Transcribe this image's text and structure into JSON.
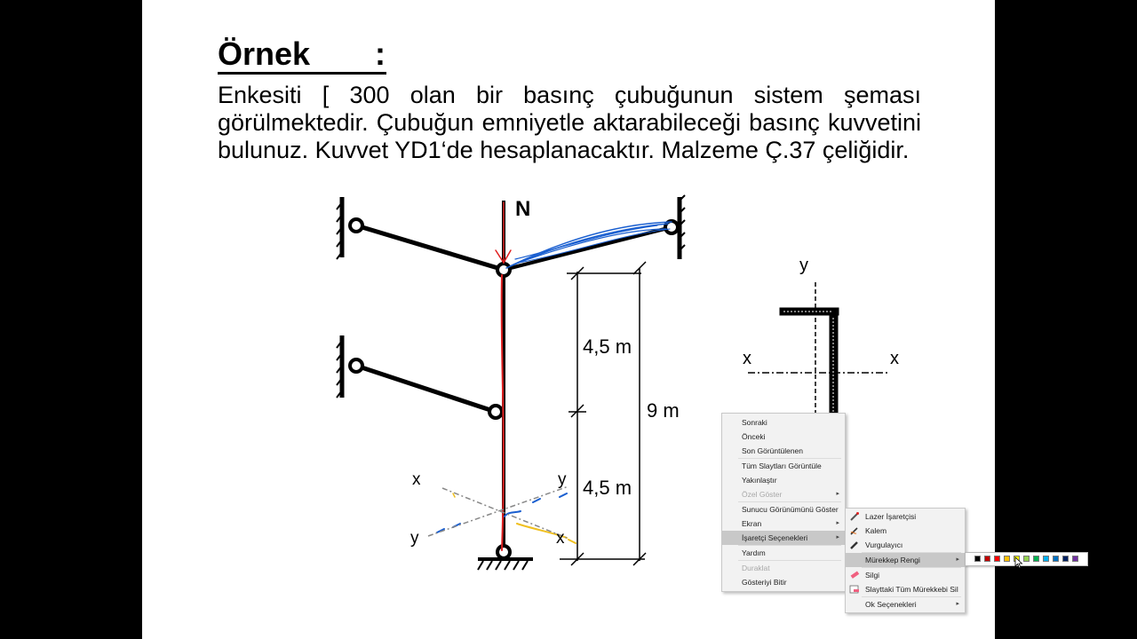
{
  "slide": {
    "title": "Örnek",
    "title_suffix": ":",
    "paragraph": "Enkesiti [ 300 olan bir basınç çubuğunun sistem şeması görülmektedir. Çubuğun emniyetle aktarabileceği basınç kuvvetini bulunuz. Kuvvet YD1‘de hesaplanacaktır. Malzeme Ç.37 çeliğidir.",
    "force_label": "N",
    "dim_top": "4,5 m",
    "dim_bottom": "4,5 m",
    "dim_total": "9 m",
    "section_y_top": "y",
    "section_x_left": "x",
    "section_x_right": "x",
    "axes_x_top": "x",
    "axes_y_top": "y",
    "axes_y_bottom": "y",
    "axes_x_bottom": "x"
  },
  "context_menu": {
    "items": [
      {
        "label": "Sonraki",
        "disabled": false
      },
      {
        "label": "Önceki",
        "disabled": false
      },
      {
        "label": "Son Görüntülenen",
        "disabled": false
      },
      {
        "label": "Tüm Slaytları Görüntüle",
        "disabled": false
      },
      {
        "label": "Yakınlaştır",
        "disabled": false
      },
      {
        "label": "Özel Göster",
        "disabled": true
      },
      {
        "label": "Sunucu Görünümünü Göster",
        "disabled": false
      },
      {
        "label": "Ekran",
        "disabled": false
      },
      {
        "label": "İşaretçi Seçenekleri",
        "disabled": false,
        "highlighted": true
      },
      {
        "label": "Yardım",
        "disabled": false
      },
      {
        "label": "Duraklat",
        "disabled": true
      },
      {
        "label": "Gösteriyi Bitir",
        "disabled": false
      }
    ]
  },
  "pointer_menu": {
    "items": [
      {
        "label": "Lazer İşaretçisi",
        "icon": "laser-pointer-icon"
      },
      {
        "label": "Kalem",
        "icon": "pen-icon"
      },
      {
        "label": "Vurgulayıcı",
        "icon": "highlighter-icon"
      },
      {
        "label": "Mürekkep Rengi",
        "highlighted": true
      },
      {
        "label": "Silgi",
        "icon": "eraser-icon"
      },
      {
        "label": "Slayttaki Tüm Mürekkebi Sil",
        "icon": "erase-all-icon"
      },
      {
        "label": "Ok Seçenekleri"
      }
    ]
  },
  "ink_colors": [
    "#000000",
    "#c00000",
    "#ff0000",
    "#ffc000",
    "#ffff00",
    "#92d050",
    "#00b050",
    "#00b0f0",
    "#0070c0",
    "#002060",
    "#7030a0"
  ],
  "colors": {
    "ink_blue": "#1a5fd0",
    "ink_red": "#e02020",
    "ink_yellow": "#f0c020",
    "highlight": "#c8c8c8"
  }
}
